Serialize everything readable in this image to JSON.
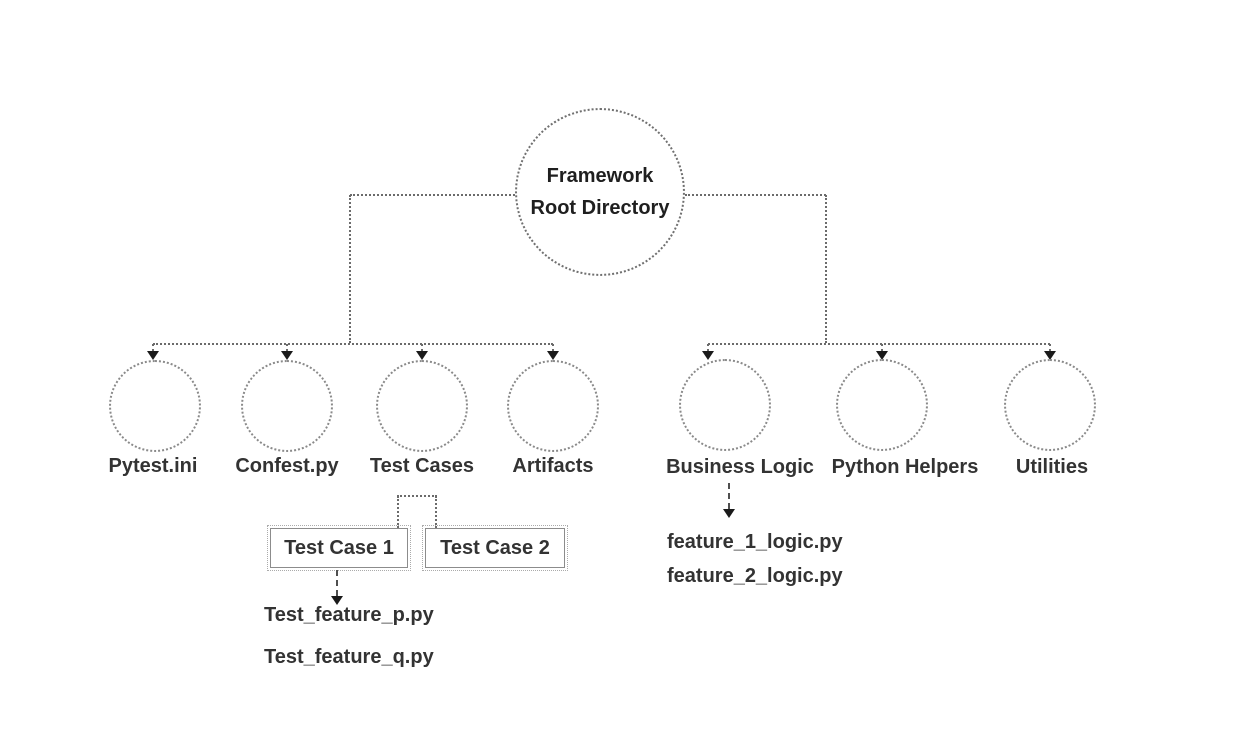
{
  "diagram": {
    "root": {
      "label_line1": "Framework",
      "label_line2": "Root Directory"
    },
    "left_group": [
      {
        "label": "Pytest.ini"
      },
      {
        "label": "Confest.py"
      },
      {
        "label": "Test Cases"
      },
      {
        "label": "Artifacts"
      }
    ],
    "right_group": [
      {
        "label": "Business Logic"
      },
      {
        "label": "Python Helpers"
      },
      {
        "label": "Utilities"
      }
    ],
    "test_case_boxes": [
      {
        "label": "Test Case 1"
      },
      {
        "label": "Test Case 2"
      }
    ],
    "test_case_1_files": [
      "Test_feature_p.py",
      "Test_feature_q.py"
    ],
    "business_logic_files": [
      "feature_1_logic.py",
      "feature_2_logic.py"
    ],
    "colors": {
      "background": "#ffffff",
      "connector_line": "#6b6b6b",
      "circle_border": "#8a8a8a",
      "arrowhead": "#1a1a1a",
      "text": "#333333",
      "root_text": "#1f1f1f"
    }
  }
}
